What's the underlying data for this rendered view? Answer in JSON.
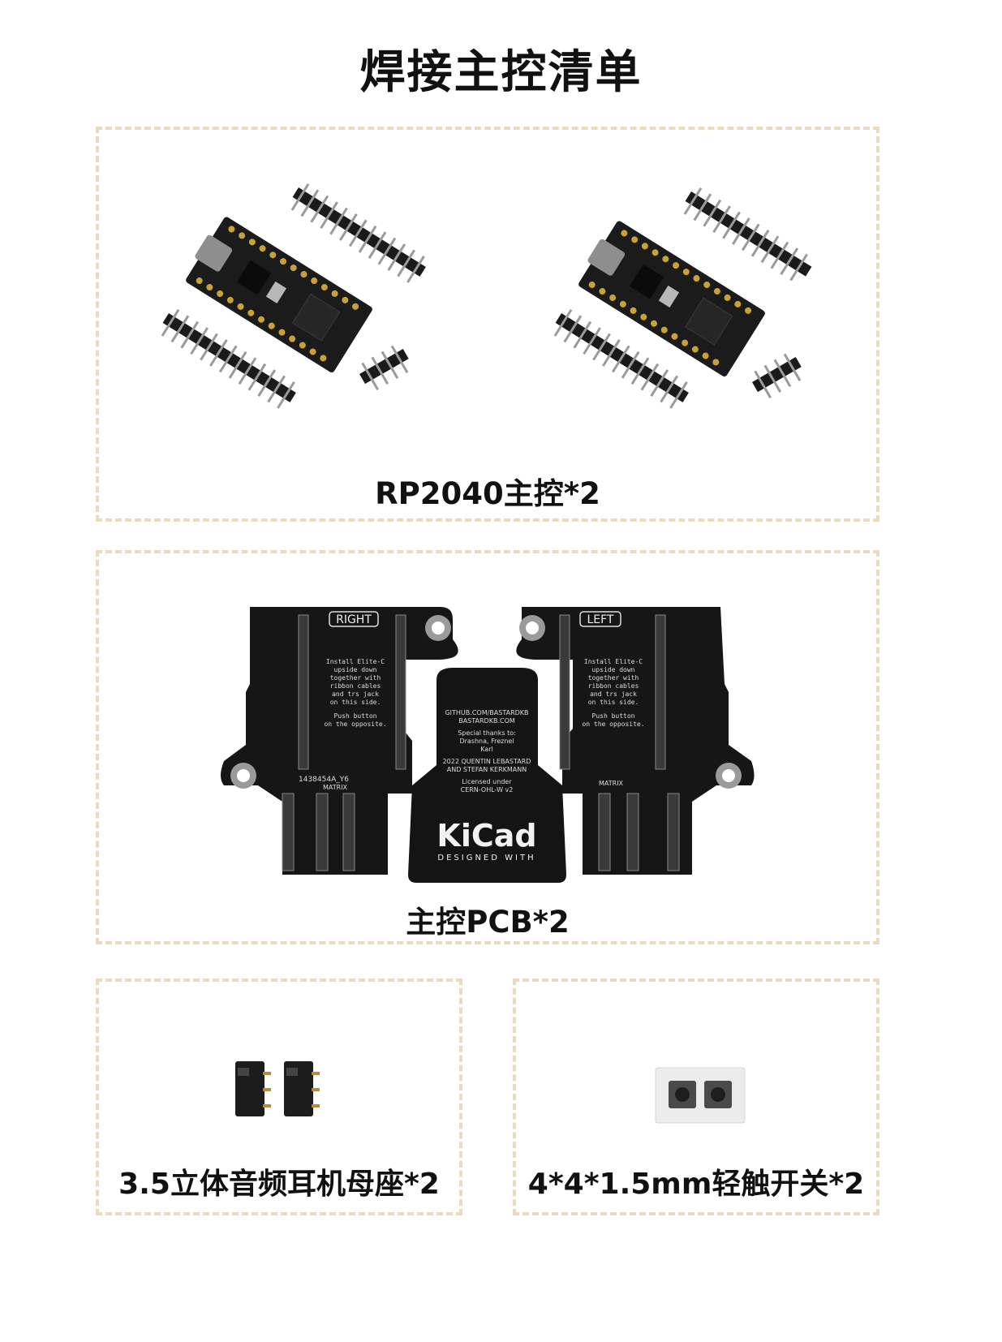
{
  "page": {
    "title": "焊接主控清单"
  },
  "items": [
    {
      "caption": "RP2040主控*2"
    },
    {
      "caption": "主控PCB*2"
    },
    {
      "caption": "3.5立体音频耳机母座*2"
    },
    {
      "caption": "4*4*1.5mm轻触开关*2"
    }
  ],
  "pcb": {
    "right_label": "RIGHT",
    "left_label": "LEFT",
    "center_text": [
      "GITHUB.COM/BASTARDKB",
      "BASTARDKB.COM",
      "Special thanks to:",
      "Drashna, Freznel",
      "Karl",
      "2022 QUENTIN LEBASTARD",
      "AND STEFAN KERKMANN",
      "Licensed under",
      "CERN-OHL-W v2"
    ],
    "install_text": [
      "Install Elite-C",
      "upside down",
      "together with",
      "ribbon cables",
      "and trs jack",
      "on this side.",
      "Push button",
      "on the opposite."
    ],
    "kicad_logo": "KiCad",
    "kicad_sub": "DESIGNED WITH",
    "part_number": "1438454A_Y6",
    "matrix_label": "MATRIX"
  },
  "colors": {
    "border": "#e9dcbc",
    "pcb": "#161616",
    "gold": "#c9a236",
    "text": "#111111"
  }
}
